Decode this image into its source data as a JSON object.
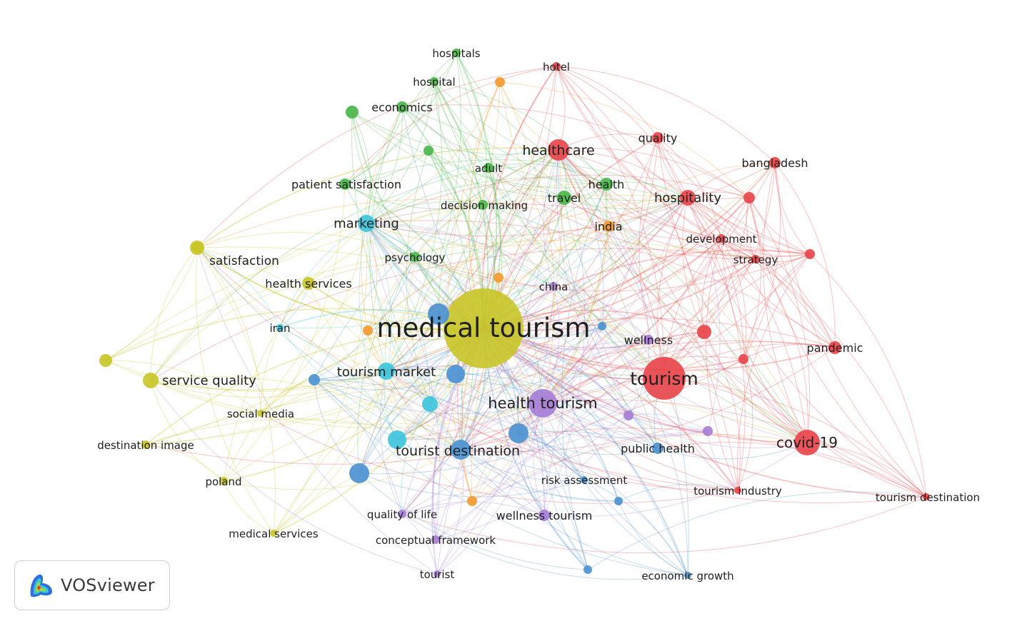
{
  "colors": {
    "red": "#e8474c",
    "green": "#4bb749",
    "blue": "#4d93d1",
    "yellow": "#c9c52a",
    "purple": "#a67ed6",
    "cyan": "#3ec6dd",
    "orange": "#f39a2f"
  },
  "branding": {
    "logo_text": "VOSviewer",
    "logo_icon": "vosviewer-density-icon"
  },
  "network": {
    "nodes": [
      {
        "id": "medical_tourism",
        "label": "medical tourism",
        "cluster": "yellow",
        "weight": 100
      },
      {
        "id": "tourism",
        "label": "tourism",
        "cluster": "red",
        "weight": 34
      },
      {
        "id": "health_tourism",
        "label": "health tourism",
        "cluster": "purple",
        "weight": 30
      },
      {
        "id": "covid19",
        "label": "covid-19",
        "cluster": "red",
        "weight": 24
      },
      {
        "id": "healthcare",
        "label": "healthcare",
        "cluster": "red",
        "weight": 22
      },
      {
        "id": "tourist_destination",
        "label": "tourist destination",
        "cluster": "blue",
        "weight": 20
      },
      {
        "id": "tourism_market",
        "label": "tourism market",
        "cluster": "cyan",
        "weight": 16
      },
      {
        "id": "hospitality",
        "label": "hospitality",
        "cluster": "red",
        "weight": 16
      },
      {
        "id": "marketing",
        "label": "marketing",
        "cluster": "cyan",
        "weight": 16
      },
      {
        "id": "service_quality",
        "label": "service quality",
        "cluster": "yellow",
        "weight": 15
      },
      {
        "id": "travel",
        "label": "travel",
        "cluster": "green",
        "weight": 13
      },
      {
        "id": "health",
        "label": "health",
        "cluster": "green",
        "weight": 11
      },
      {
        "id": "satisfaction",
        "label": "satisfaction",
        "cluster": "yellow",
        "weight": 11
      },
      {
        "id": "health_services",
        "label": "health services",
        "cluster": "yellow",
        "weight": 11
      },
      {
        "id": "patient_satisfaction",
        "label": "patient satisfaction",
        "cluster": "green",
        "weight": 11
      },
      {
        "id": "economics",
        "label": "economics",
        "cluster": "green",
        "weight": 11
      },
      {
        "id": "quality",
        "label": "quality",
        "cluster": "red",
        "weight": 10
      },
      {
        "id": "bangladesh",
        "label": "bangladesh",
        "cluster": "red",
        "weight": 10
      },
      {
        "id": "india",
        "label": "india",
        "cluster": "orange",
        "weight": 10
      },
      {
        "id": "pandemic",
        "label": "pandemic",
        "cluster": "red",
        "weight": 11
      },
      {
        "id": "public_health",
        "label": "public health",
        "cluster": "blue",
        "weight": 10
      },
      {
        "id": "wellness",
        "label": "wellness",
        "cluster": "purple",
        "weight": 9
      },
      {
        "id": "wellness_tourism",
        "label": "wellness tourism",
        "cluster": "purple",
        "weight": 10
      },
      {
        "id": "decision_making",
        "label": "decision making",
        "cluster": "green",
        "weight": 9
      },
      {
        "id": "adult",
        "label": "adult",
        "cluster": "green",
        "weight": 9
      },
      {
        "id": "development",
        "label": "development",
        "cluster": "red",
        "weight": 9
      },
      {
        "id": "strategy",
        "label": "strategy",
        "cluster": "red",
        "weight": 8
      },
      {
        "id": "psychology",
        "label": "psychology",
        "cluster": "green",
        "weight": 8
      },
      {
        "id": "hospital",
        "label": "hospital",
        "cluster": "green",
        "weight": 8
      },
      {
        "id": "hospitals",
        "label": "hospitals",
        "cluster": "green",
        "weight": 8
      },
      {
        "id": "hotel",
        "label": "hotel",
        "cluster": "red",
        "weight": 7
      },
      {
        "id": "iran",
        "label": "iran",
        "cluster": "cyan",
        "weight": 7
      },
      {
        "id": "china",
        "label": "china",
        "cluster": "purple",
        "weight": 8
      },
      {
        "id": "social_media",
        "label": "social media",
        "cluster": "yellow",
        "weight": 7
      },
      {
        "id": "destination_image",
        "label": "destination image",
        "cluster": "yellow",
        "weight": 8
      },
      {
        "id": "poland",
        "label": "poland",
        "cluster": "yellow",
        "weight": 8
      },
      {
        "id": "medical_services",
        "label": "medical services",
        "cluster": "yellow",
        "weight": 7
      },
      {
        "id": "risk_assessment",
        "label": "risk assessment",
        "cluster": "blue",
        "weight": 7
      },
      {
        "id": "tourism_industry",
        "label": "tourism industry",
        "cluster": "red",
        "weight": 7
      },
      {
        "id": "tourism_destination",
        "label": "tourism destination",
        "cluster": "red",
        "weight": 7
      },
      {
        "id": "quality_of_life",
        "label": "quality of life",
        "cluster": "purple",
        "weight": 8
      },
      {
        "id": "conceptual_framework",
        "label": "conceptual framework",
        "cluster": "purple",
        "weight": 7
      },
      {
        "id": "tourist",
        "label": "tourist",
        "cluster": "purple",
        "weight": 7
      },
      {
        "id": "economic_growth",
        "label": "economic growth",
        "cluster": "blue",
        "weight": 7
      },
      {
        "id": "u_blue_1",
        "label": "",
        "cluster": "blue",
        "weight": 12
      },
      {
        "id": "u_blue_2",
        "label": "",
        "cluster": "blue",
        "weight": 12
      },
      {
        "id": "u_blue_3",
        "label": "",
        "cluster": "blue",
        "weight": 12
      },
      {
        "id": "u_blue_4",
        "label": "",
        "cluster": "blue",
        "weight": 12
      },
      {
        "id": "u_blue_5",
        "label": "",
        "cluster": "blue",
        "weight": 8
      },
      {
        "id": "u_blue_6",
        "label": "",
        "cluster": "blue",
        "weight": 6
      },
      {
        "id": "u_blue_7",
        "label": "",
        "cluster": "blue",
        "weight": 6
      },
      {
        "id": "u_blue_8",
        "label": "",
        "cluster": "blue",
        "weight": 6
      },
      {
        "id": "u_cyan_1",
        "label": "",
        "cluster": "cyan",
        "weight": 12
      },
      {
        "id": "u_cyan_2",
        "label": "",
        "cluster": "cyan",
        "weight": 8
      },
      {
        "id": "u_yellow_1",
        "label": "",
        "cluster": "yellow",
        "weight": 8
      },
      {
        "id": "u_yellow_2",
        "label": "",
        "cluster": "yellow",
        "weight": 7
      },
      {
        "id": "u_green_1",
        "label": "",
        "cluster": "green",
        "weight": 6
      },
      {
        "id": "u_green_2",
        "label": "",
        "cluster": "green",
        "weight": 6
      },
      {
        "id": "u_red_1",
        "label": "",
        "cluster": "red",
        "weight": 10
      },
      {
        "id": "u_red_2",
        "label": "",
        "cluster": "red",
        "weight": 9
      },
      {
        "id": "u_red_3",
        "label": "",
        "cluster": "red",
        "weight": 7
      },
      {
        "id": "u_red_4",
        "label": "",
        "cluster": "red",
        "weight": 7
      },
      {
        "id": "u_orange_1",
        "label": "",
        "cluster": "orange",
        "weight": 7
      },
      {
        "id": "u_orange_2",
        "label": "",
        "cluster": "orange",
        "weight": 7
      },
      {
        "id": "u_orange_3",
        "label": "",
        "cluster": "orange",
        "weight": 7
      },
      {
        "id": "u_orange_4",
        "label": "",
        "cluster": "orange",
        "weight": 7
      },
      {
        "id": "u_purple_1",
        "label": "",
        "cluster": "purple",
        "weight": 7
      },
      {
        "id": "u_purple_2",
        "label": "",
        "cluster": "purple",
        "weight": 7
      }
    ]
  }
}
